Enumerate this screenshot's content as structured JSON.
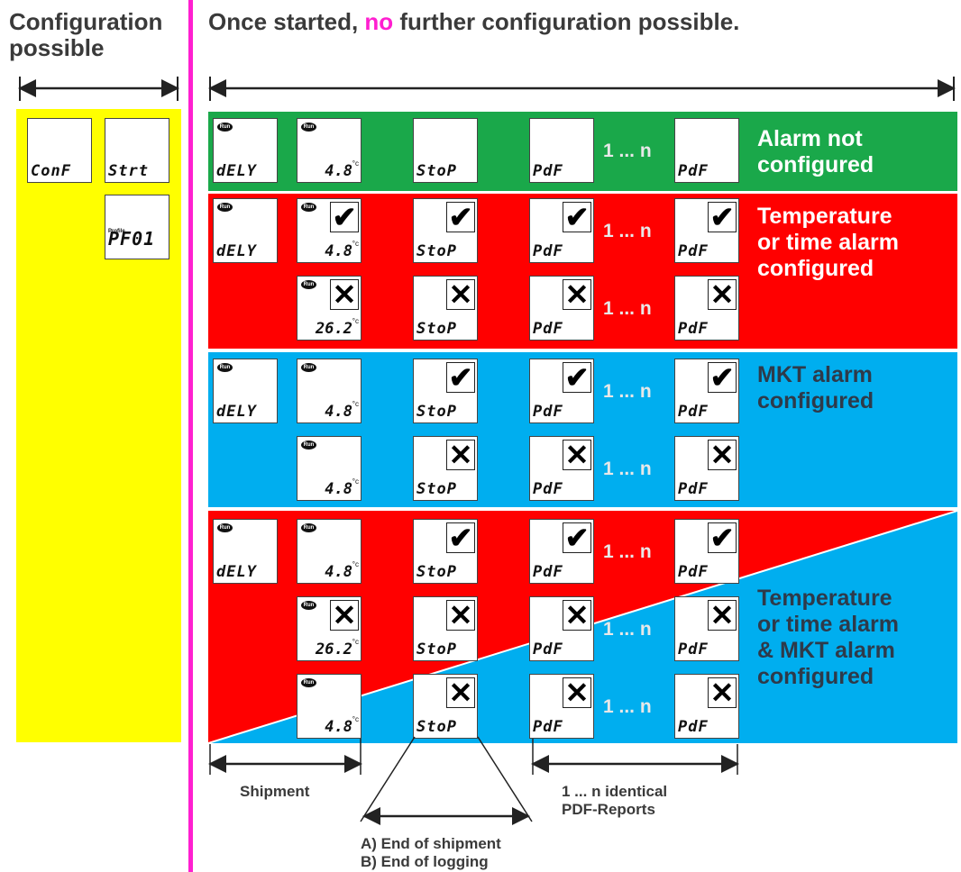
{
  "header": {
    "left_line1": "Configuration",
    "left_line2": "possible",
    "right_pre": "Once started, ",
    "right_no": "no",
    "right_post": " further configuration possible."
  },
  "colors": {
    "magenta": "#ff1fd0",
    "yellow": "#ffff00",
    "green": "#1aa84a",
    "red": "#ff0000",
    "blue": "#00aeef"
  },
  "config_displays": {
    "conf": "ConF",
    "strt": "Strt",
    "profile_label": "Profile",
    "pf01": "PF01"
  },
  "display_text": {
    "run": "Run",
    "dely": "dELY",
    "stop": "StoP",
    "pdf": "PdF",
    "temp_ok": "4.8",
    "temp_alarm": "26.2",
    "deg": "°c",
    "check": "✔",
    "cross": "✕"
  },
  "range_label": "1 ... n",
  "bands": {
    "alarm_not_configured": {
      "label_line1": "Alarm not",
      "label_line2": "configured"
    },
    "temp_time_alarm": {
      "label_line1": "Temperature",
      "label_line2": "or time alarm",
      "label_line3": "configured"
    },
    "mkt_alarm": {
      "label_line1": "MKT alarm",
      "label_line2": "configured"
    },
    "combined_alarm": {
      "label_line1": "Temperature",
      "label_line2": "or time alarm",
      "label_line3": "& MKT alarm",
      "label_line4": "configured"
    }
  },
  "bottom": {
    "shipment": "Shipment",
    "reports_line1": "1 ... n identical",
    "reports_line2": "PDF-Reports",
    "end_line1": "A) End of shipment",
    "end_line2": "B) End of logging"
  }
}
